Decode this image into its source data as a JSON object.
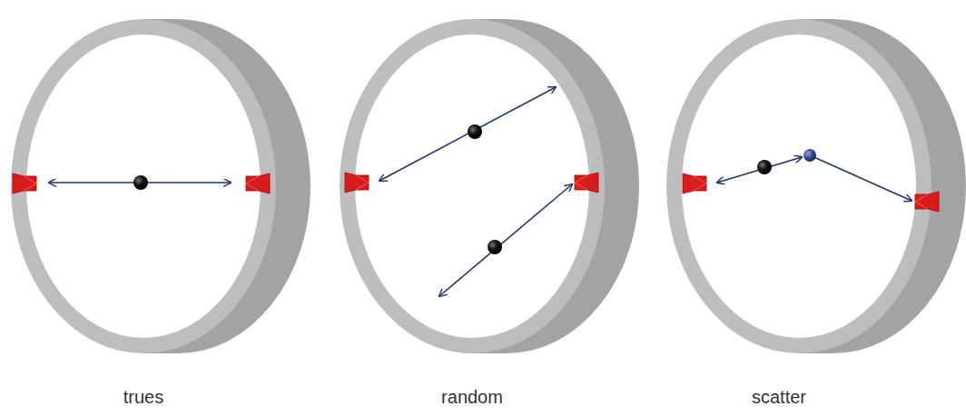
{
  "diagram": {
    "labels": [
      "trues",
      "random",
      "scatter"
    ]
  }
}
